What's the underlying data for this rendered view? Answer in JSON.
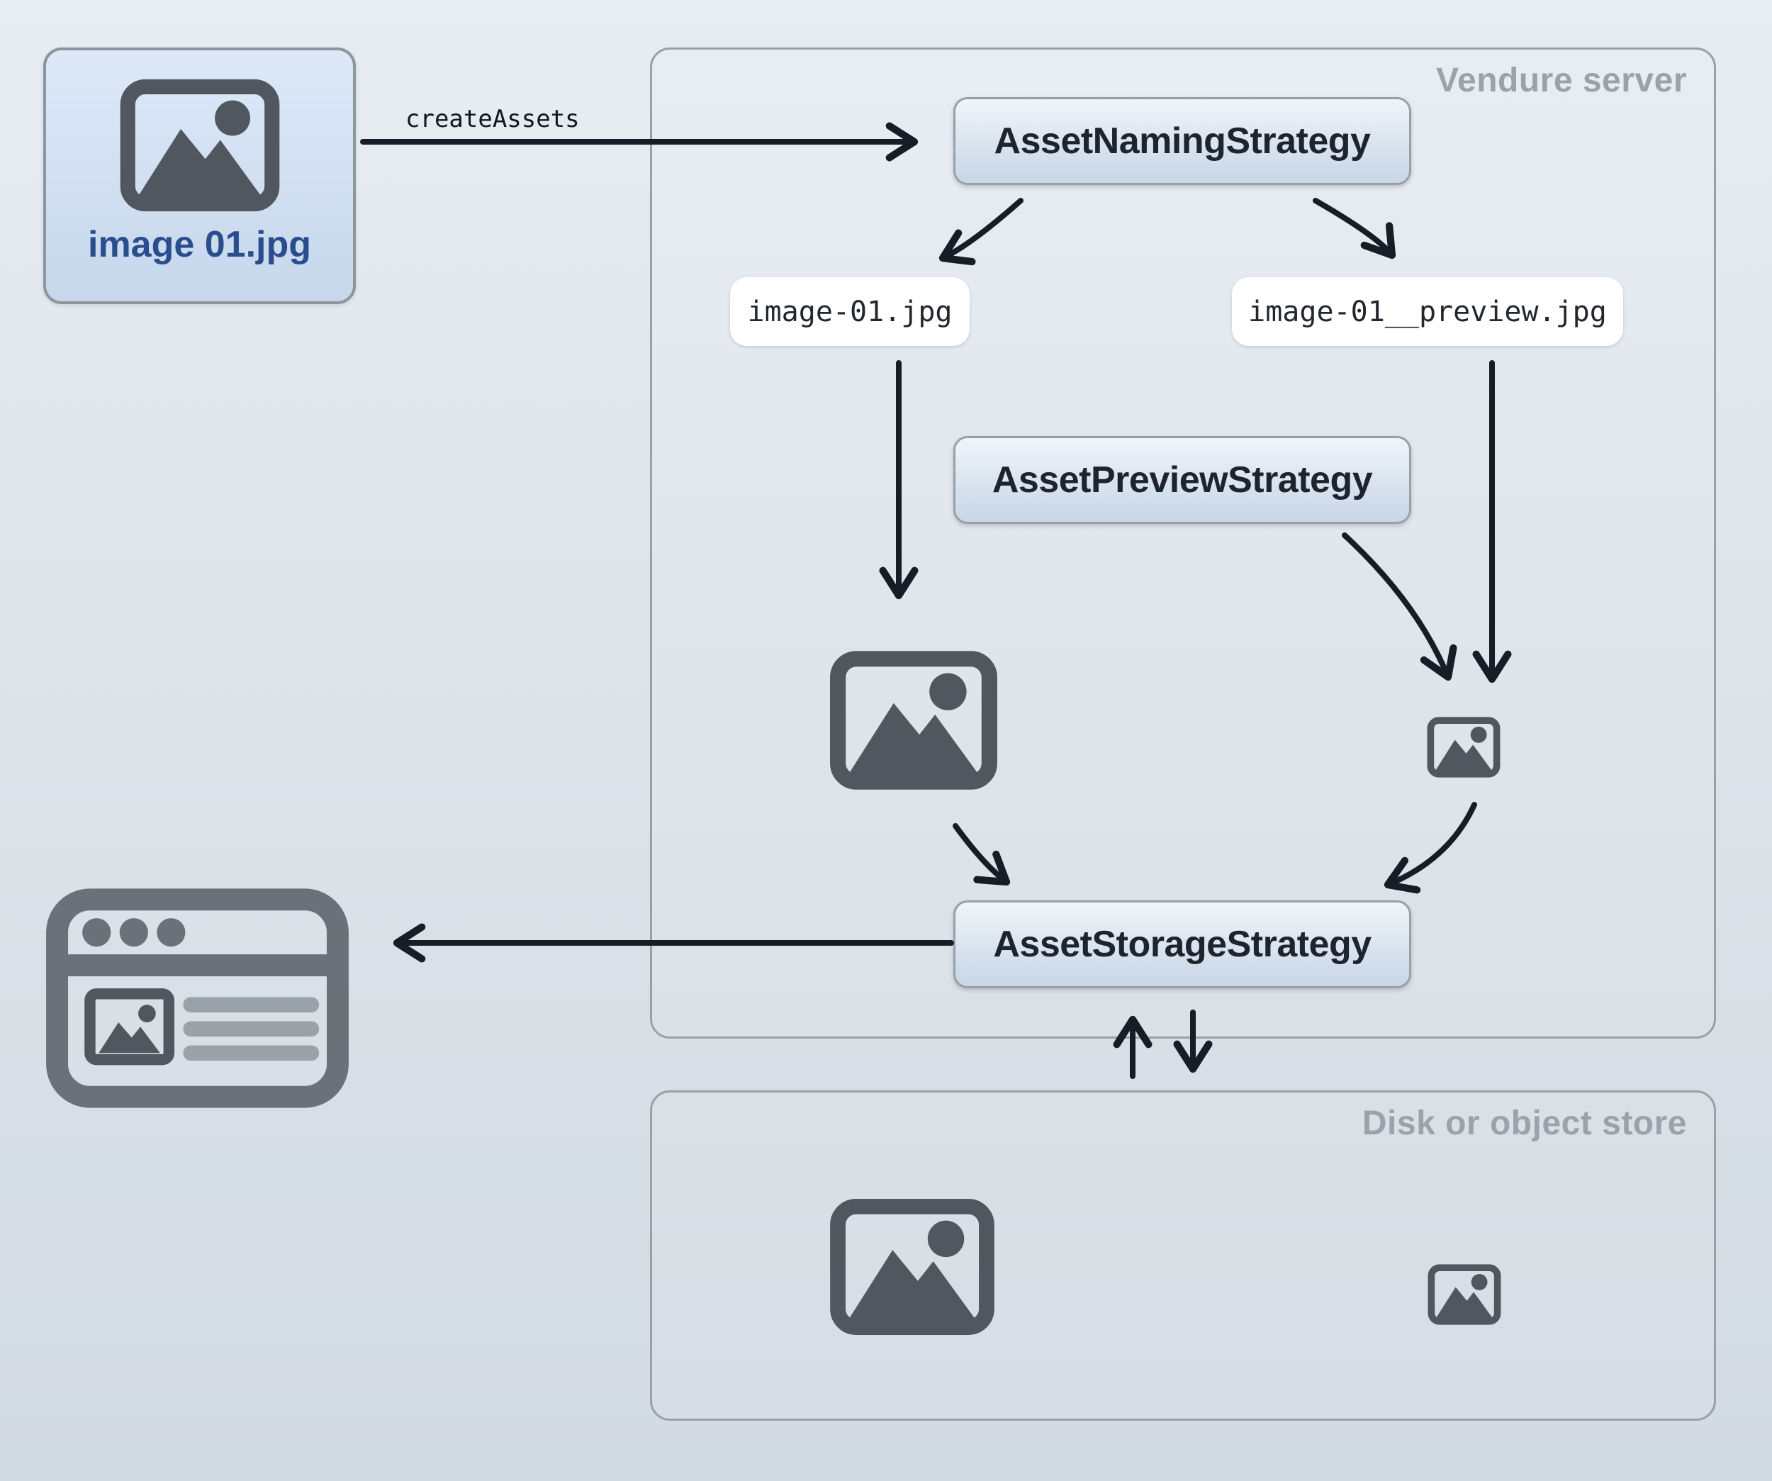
{
  "diagram": {
    "source_asset": {
      "filename_label": "image 01.jpg"
    },
    "upload_arrow": {
      "method_label": "createAssets"
    },
    "vendure_server": {
      "title": "Vendure server",
      "strategies": {
        "naming": "AssetNamingStrategy",
        "preview": "AssetPreviewStrategy",
        "storage": "AssetStorageStrategy"
      },
      "generated_files": {
        "source": "image-01.jpg",
        "preview": "image-01__preview.jpg"
      }
    },
    "disk_store": {
      "title": "Disk or object store"
    }
  },
  "icons": {
    "source_asset": "image-placeholder-icon",
    "stored_source": "image-placeholder-icon",
    "stored_preview": "image-placeholder-icon-small",
    "disk_source": "image-placeholder-icon",
    "disk_preview": "image-placeholder-icon-small",
    "client": "browser-window-icon"
  },
  "colors": {
    "background_top": "#e8edf2",
    "background_bottom": "#d2dae2",
    "container_border": "#98a0a8",
    "container_label": "#9aa2ab",
    "button_fill_top": "#f1f5fa",
    "button_fill_bottom": "#c9d6e6",
    "button_text": "#1d242e",
    "asset_box_fill": "#cddcef",
    "asset_box_label": "#2a4d8e",
    "pill_fill": "#ffffff",
    "arrow": "#171d27",
    "icon_gray": "#51575e",
    "browser_icon_gray": "#6b7178"
  }
}
